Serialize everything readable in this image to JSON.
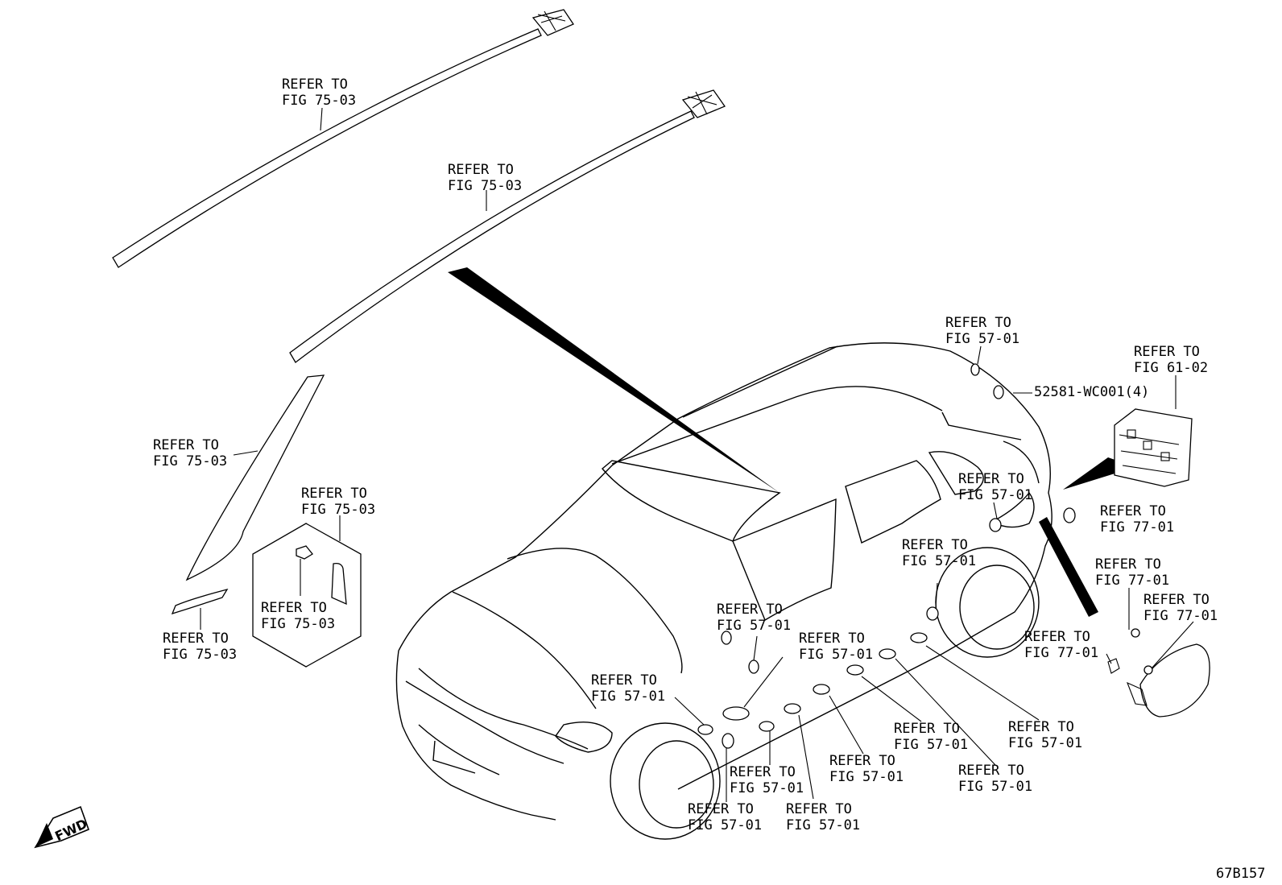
{
  "diagram_id": "67B157",
  "direction_badge": "FWD",
  "part_number_label": "52581-WC001(4)",
  "callouts": [
    {
      "line1": "REFER TO",
      "line2": "FIG 75-03"
    },
    {
      "line1": "REFER TO",
      "line2": "FIG 75-03"
    },
    {
      "line1": "REFER TO",
      "line2": "FIG 75-03"
    },
    {
      "line1": "REFER TO",
      "line2": "FIG 75-03"
    },
    {
      "line1": "REFER TO",
      "line2": "FIG 75-03"
    },
    {
      "line1": "REFER TO",
      "line2": "FIG 75-03"
    },
    {
      "line1": "REFER TO",
      "line2": "FIG 57-01"
    },
    {
      "line1": "REFER TO",
      "line2": "FIG 61-02"
    },
    {
      "line1": "REFER TO",
      "line2": "FIG 57-01"
    },
    {
      "line1": "REFER TO",
      "line2": "FIG 77-01"
    },
    {
      "line1": "REFER TO",
      "line2": "FIG 57-01"
    },
    {
      "line1": "REFER TO",
      "line2": "FIG 77-01"
    },
    {
      "line1": "REFER TO",
      "line2": "FIG 77-01"
    },
    {
      "line1": "REFER TO",
      "line2": "FIG 57-01"
    },
    {
      "line1": "REFER TO",
      "line2": "FIG 57-01"
    },
    {
      "line1": "REFER TO",
      "line2": "FIG 77-01"
    },
    {
      "line1": "REFER TO",
      "line2": "FIG 57-01"
    },
    {
      "line1": "REFER TO",
      "line2": "FIG 57-01"
    },
    {
      "line1": "REFER TO",
      "line2": "FIG 57-01"
    },
    {
      "line1": "REFER TO",
      "line2": "FIG 57-01"
    },
    {
      "line1": "REFER TO",
      "line2": "FIG 57-01"
    },
    {
      "line1": "REFER TO",
      "line2": "FIG 57-01"
    },
    {
      "line1": "REFER TO",
      "line2": "FIG 57-01"
    }
  ]
}
